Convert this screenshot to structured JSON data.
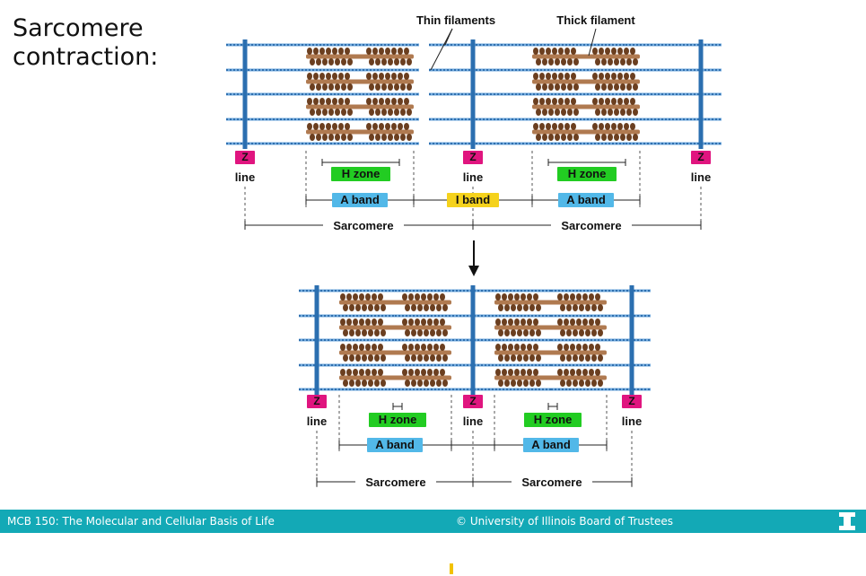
{
  "slide": {
    "title_line1": "Sarcomere",
    "title_line2": "contraction:"
  },
  "diagram": {
    "relaxed": {
      "top_labels": {
        "thin": "Thin filaments",
        "thick": "Thick filament"
      },
      "z_badge": "Z",
      "z_caption": "line",
      "h_zone": "H zone",
      "a_band": "A band",
      "i_band": "I band",
      "sarcomere": "Sarcomere"
    },
    "contracted": {
      "z_badge": "Z",
      "z_caption": "line",
      "h_zone": "H zone",
      "a_band": "A band",
      "sarcomere": "Sarcomere"
    },
    "colors": {
      "z_badge": "#e0157f",
      "h_zone": "#22cc22",
      "a_band": "#52b8e8",
      "i_band": "#f5d21c",
      "z_disc": "#2b6fb0",
      "thin_filament": "#6fa8dc",
      "thick_filament": "#b07a50",
      "myosin_head": "#6b3f20"
    }
  },
  "footer": {
    "course": "MCB 150: The Molecular and Cellular Basis of Life",
    "copyright": "© University of Illinois Board of Trustees",
    "logo_icon": "illinois-block-i-icon"
  }
}
